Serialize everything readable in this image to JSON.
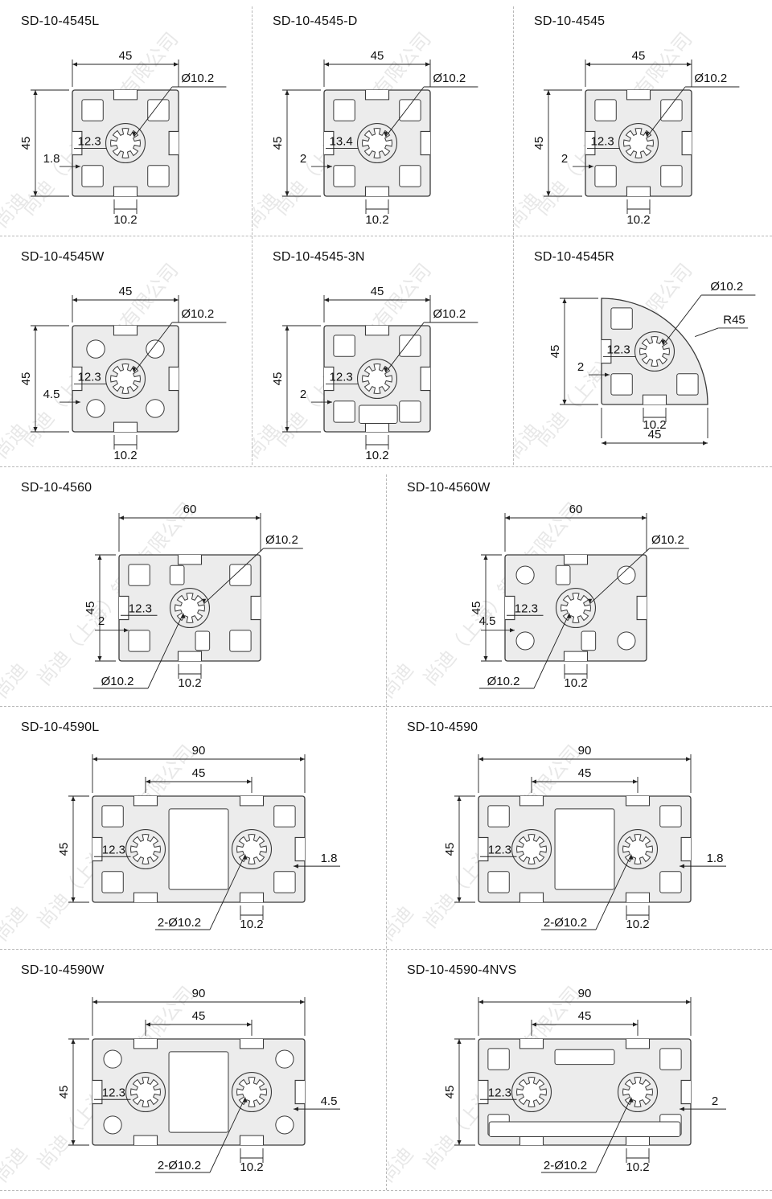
{
  "watermark": {
    "line1": "尚迪（上海）铝业有限公司",
    "short": "尚迪"
  },
  "colors": {
    "profile_fill": "#ececec",
    "profile_stroke": "#3a3a3a",
    "dim_line": "#222222",
    "separator": "#b9b9b9"
  },
  "cells": [
    {
      "id": "sd-10-4545l",
      "title": "SD-10-4545L",
      "kind": "sq",
      "width": "45",
      "height": "45",
      "dia": "Ø10.2",
      "slot": "10.2",
      "inner": "12.3",
      "side": "1.8"
    },
    {
      "id": "sd-10-4545-d",
      "title": "SD-10-4545-D",
      "kind": "sq",
      "width": "45",
      "height": "45",
      "dia": "Ø10.2",
      "slot": "10.2",
      "inner": "13.4",
      "side": "2"
    },
    {
      "id": "sd-10-4545",
      "title": "SD-10-4545",
      "kind": "sq",
      "width": "45",
      "height": "45",
      "dia": "Ø10.2",
      "slot": "10.2",
      "inner": "12.3",
      "side": "2"
    },
    {
      "id": "sd-10-4545w",
      "title": "SD-10-4545W",
      "kind": "sqw",
      "width": "45",
      "height": "45",
      "dia": "Ø10.2",
      "slot": "10.2",
      "inner": "12.3",
      "side": "4.5"
    },
    {
      "id": "sd-10-4545-3n",
      "title": "SD-10-4545-3N",
      "kind": "sq3n",
      "width": "45",
      "height": "45",
      "dia": "Ø10.2",
      "slot": "10.2",
      "inner": "12.3",
      "side": "2"
    },
    {
      "id": "sd-10-4545r",
      "title": "SD-10-4545R",
      "kind": "rnd",
      "width": "45",
      "height": "45",
      "dia": "Ø10.2",
      "slot": "10.2",
      "inner": "12.3",
      "side": "2",
      "radius": "R45"
    },
    {
      "id": "sd-10-4560",
      "title": "SD-10-4560",
      "kind": "r60",
      "width": "60",
      "height": "45",
      "dia": "Ø10.2",
      "slot": "10.2",
      "inner": "12.3",
      "side": "2"
    },
    {
      "id": "sd-10-4560w",
      "title": "SD-10-4560W",
      "kind": "r60w",
      "width": "60",
      "height": "45",
      "dia": "Ø10.2",
      "slot": "10.2",
      "inner": "12.3",
      "side": "4.5"
    },
    {
      "id": "sd-10-4590l",
      "title": "SD-10-4590L",
      "kind": "r90",
      "width": "90",
      "mid": "45",
      "height": "45",
      "dia": "2-Ø10.2",
      "slot": "10.2",
      "inner": "12.3",
      "side": "1.8"
    },
    {
      "id": "sd-10-4590",
      "title": "SD-10-4590",
      "kind": "r90",
      "width": "90",
      "mid": "45",
      "height": "45",
      "dia": "2-Ø10.2",
      "slot": "10.2",
      "inner": "12.3",
      "side": "1.8"
    },
    {
      "id": "sd-10-4590w",
      "title": "SD-10-4590W",
      "kind": "r90w",
      "width": "90",
      "mid": "45",
      "height": "45",
      "dia": "2-Ø10.2",
      "slot": "10.2",
      "inner": "12.3",
      "side": "4.5"
    },
    {
      "id": "sd-10-4590-4nvs",
      "title": "SD-10-4590-4NVS",
      "kind": "r90n",
      "width": "90",
      "mid": "45",
      "height": "45",
      "dia": "2-Ø10.2",
      "slot": "10.2",
      "inner": "12.3",
      "side": "2"
    }
  ]
}
